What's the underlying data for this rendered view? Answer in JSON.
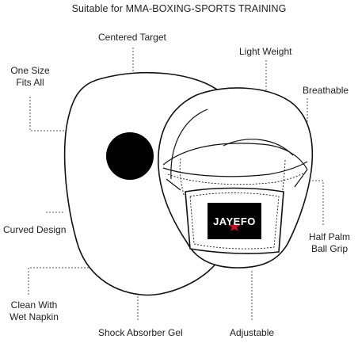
{
  "title": "Suitable for MMA-BOXING-SPORTS TRAINING",
  "labels": {
    "centered_target": "Centered Target",
    "light_weight": "Light Weight",
    "one_size_line1": "One Size",
    "one_size_line2": "Fits All",
    "breathable": "Breathable",
    "curved_design": "Curved Design",
    "half_palm_line1": "Half Palm",
    "half_palm_line2": "Ball Grip",
    "clean_line1": "Clean With",
    "clean_line2": "Wet Napkin",
    "shock_absorber": "Shock Absorber Gel",
    "adjustable": "Adjustable"
  },
  "logo_text": "JAYEFO",
  "colors": {
    "outline": "#111111",
    "target": "#000000",
    "logo_bg": "#000000",
    "logo_text": "#ffffff",
    "logo_star": "#c8102e",
    "leader": "#555555"
  }
}
